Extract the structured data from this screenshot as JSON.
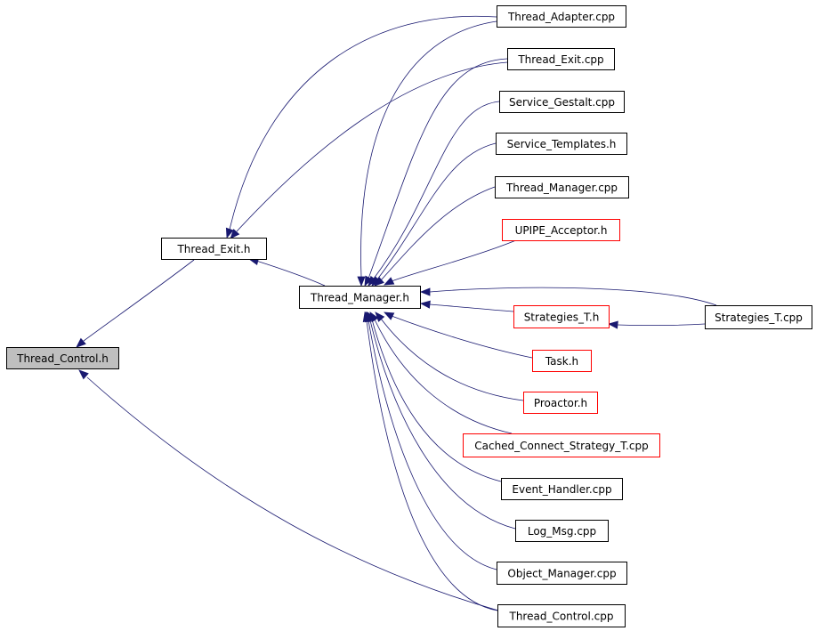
{
  "colors": {
    "edge": "#191970",
    "border_default": "#000000",
    "border_incomplete": "#ff0000",
    "fill_default": "#ffffff",
    "fill_selected": "#bfbfbf"
  },
  "nodes": {
    "thread_control_h": {
      "label": "Thread_Control.h",
      "style": "selected"
    },
    "thread_exit_h": {
      "label": "Thread_Exit.h",
      "style": "default"
    },
    "thread_manager_h": {
      "label": "Thread_Manager.h",
      "style": "default"
    },
    "thread_adapter_cpp": {
      "label": "Thread_Adapter.cpp",
      "style": "default"
    },
    "thread_exit_cpp": {
      "label": "Thread_Exit.cpp",
      "style": "default"
    },
    "service_gestalt_cpp": {
      "label": "Service_Gestalt.cpp",
      "style": "default"
    },
    "service_templates_h": {
      "label": "Service_Templates.h",
      "style": "default"
    },
    "thread_manager_cpp": {
      "label": "Thread_Manager.cpp",
      "style": "default"
    },
    "upipe_acceptor_h": {
      "label": "UPIPE_Acceptor.h",
      "style": "incomplete"
    },
    "strategies_t_h": {
      "label": "Strategies_T.h",
      "style": "incomplete"
    },
    "strategies_t_cpp": {
      "label": "Strategies_T.cpp",
      "style": "default"
    },
    "task_h": {
      "label": "Task.h",
      "style": "incomplete"
    },
    "proactor_h": {
      "label": "Proactor.h",
      "style": "incomplete"
    },
    "cached_connect_strategy_t_cpp": {
      "label": "Cached_Connect_Strategy_T.cpp",
      "style": "incomplete"
    },
    "event_handler_cpp": {
      "label": "Event_Handler.cpp",
      "style": "default"
    },
    "log_msg_cpp": {
      "label": "Log_Msg.cpp",
      "style": "default"
    },
    "object_manager_cpp": {
      "label": "Object_Manager.cpp",
      "style": "default"
    },
    "thread_control_cpp": {
      "label": "Thread_Control.cpp",
      "style": "default"
    }
  },
  "edges": [
    {
      "from": "thread_exit_h",
      "to": "thread_control_h"
    },
    {
      "from": "thread_control_cpp",
      "to": "thread_control_h"
    },
    {
      "from": "thread_adapter_cpp",
      "to": "thread_exit_h"
    },
    {
      "from": "thread_exit_cpp",
      "to": "thread_exit_h"
    },
    {
      "from": "thread_manager_h",
      "to": "thread_exit_h"
    },
    {
      "from": "thread_adapter_cpp",
      "to": "thread_manager_h"
    },
    {
      "from": "thread_exit_cpp",
      "to": "thread_manager_h"
    },
    {
      "from": "service_gestalt_cpp",
      "to": "thread_manager_h"
    },
    {
      "from": "service_templates_h",
      "to": "thread_manager_h"
    },
    {
      "from": "thread_manager_cpp",
      "to": "thread_manager_h"
    },
    {
      "from": "upipe_acceptor_h",
      "to": "thread_manager_h"
    },
    {
      "from": "strategies_t_h",
      "to": "thread_manager_h"
    },
    {
      "from": "strategies_t_cpp",
      "to": "thread_manager_h"
    },
    {
      "from": "strategies_t_cpp",
      "to": "strategies_t_h"
    },
    {
      "from": "task_h",
      "to": "thread_manager_h"
    },
    {
      "from": "proactor_h",
      "to": "thread_manager_h"
    },
    {
      "from": "cached_connect_strategy_t_cpp",
      "to": "thread_manager_h"
    },
    {
      "from": "event_handler_cpp",
      "to": "thread_manager_h"
    },
    {
      "from": "log_msg_cpp",
      "to": "thread_manager_h"
    },
    {
      "from": "object_manager_cpp",
      "to": "thread_manager_h"
    },
    {
      "from": "thread_control_cpp",
      "to": "thread_manager_h"
    }
  ]
}
